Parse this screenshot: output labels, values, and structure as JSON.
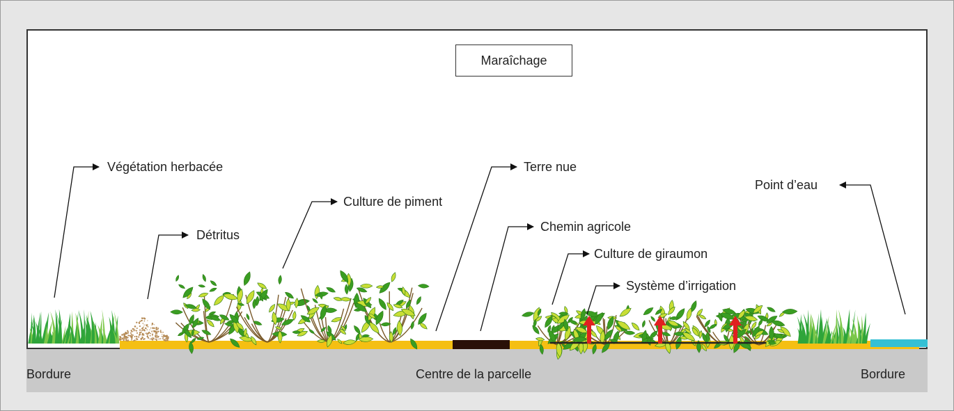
{
  "title": "Maraîchage",
  "labels": {
    "vegetation": "Végétation herbacée",
    "detritus": "Détritus",
    "piment": "Culture de piment",
    "terre_nue": "Terre nue",
    "chemin": "Chemin agricole",
    "giraumon": "Culture de giraumon",
    "irrigation": "Système d’irrigation",
    "point_eau": "Point d’eau"
  },
  "band": {
    "left": "Bordure",
    "center": "Centre de la parcelle",
    "right": "Bordure"
  },
  "colors": {
    "ground": "#f5bf13",
    "path": "#2a1008",
    "water": "#35c0d4",
    "grass": "#2fa53a",
    "leaf_dark": "#3a9d22",
    "leaf_light": "#c8de35",
    "irrigation_arrow": "#e02020",
    "detritus": "#b58a55"
  }
}
